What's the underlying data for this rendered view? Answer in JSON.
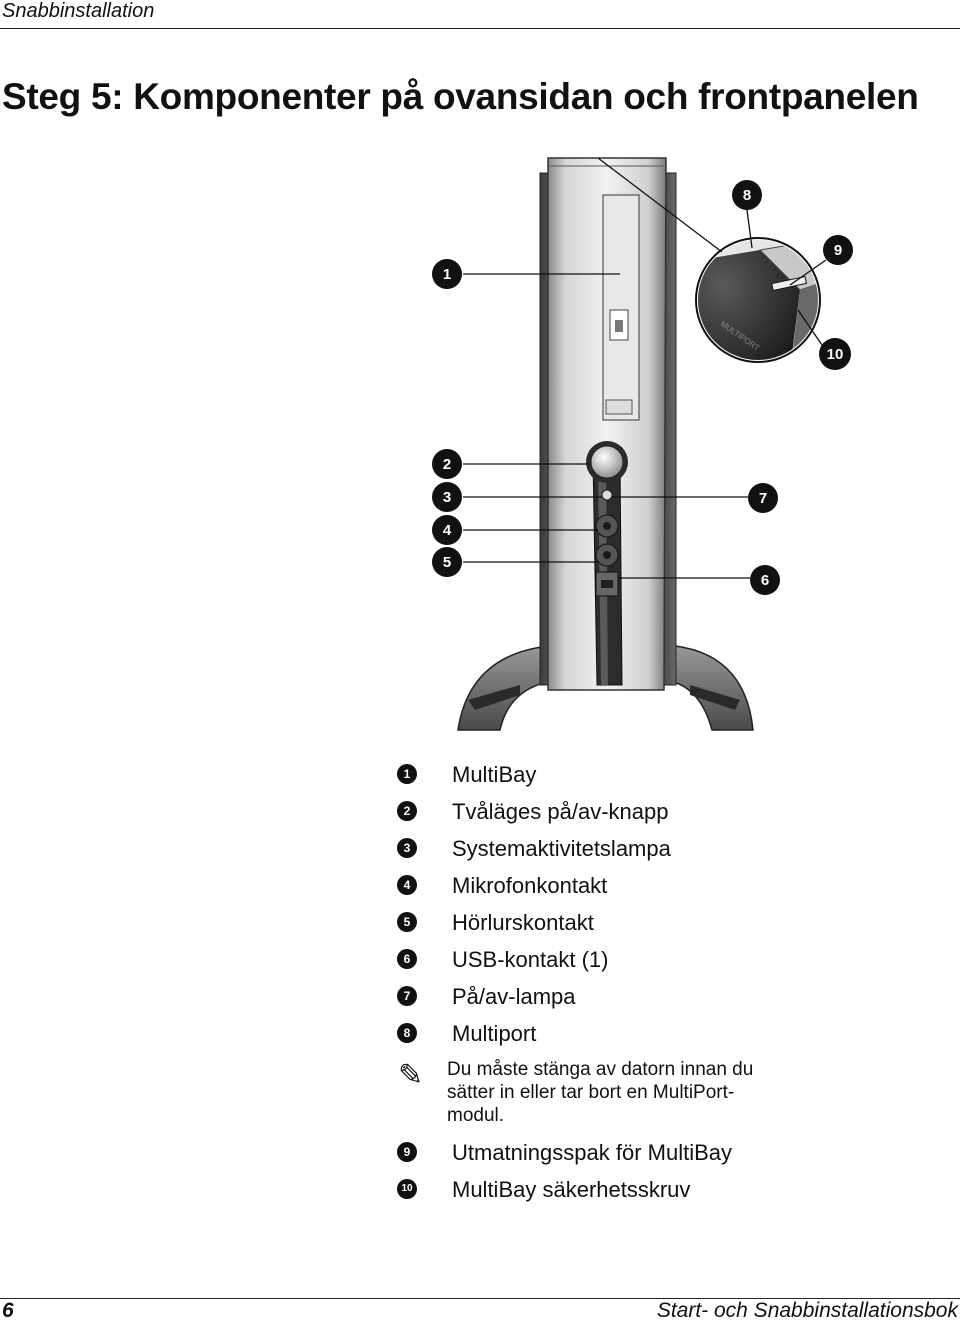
{
  "header": {
    "section": "Snabbinstallation"
  },
  "page_title": "Steg 5: Komponenter på ovansidan och frontpanelen",
  "figure": {
    "callouts": [
      "1",
      "2",
      "3",
      "4",
      "5",
      "6",
      "7",
      "8",
      "9",
      "10"
    ]
  },
  "components": [
    {
      "marker": "1",
      "label": "MultiBay"
    },
    {
      "marker": "2",
      "label": "Tvåläges på/av-knapp"
    },
    {
      "marker": "3",
      "label": "Systemaktivitetslampa"
    },
    {
      "marker": "4",
      "label": "Mikrofonkontakt"
    },
    {
      "marker": "5",
      "label": "Hörlurskontakt"
    },
    {
      "marker": "6",
      "label": "USB-kontakt (1)"
    },
    {
      "marker": "7",
      "label": "På/av-lampa"
    },
    {
      "marker": "8",
      "label": "Multiport"
    },
    {
      "marker": "9",
      "label": "Utmatningsspak för MultiBay"
    },
    {
      "marker": "10",
      "label": "MultiBay säkerhetsskruv"
    }
  ],
  "note": {
    "icon": "pencil-icon",
    "text": "Du måste stänga av datorn innan du sätter in eller tar bort en MultiPort-modul."
  },
  "footer": {
    "page_number": "6",
    "book_title": "Start- och Snabbinstallationsbok"
  }
}
